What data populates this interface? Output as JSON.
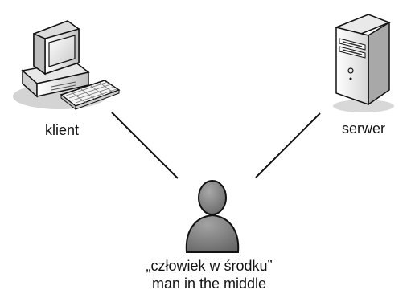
{
  "diagram": {
    "client": {
      "label": "klient",
      "icon": "desktop-computer-icon"
    },
    "server": {
      "label": "serwer",
      "icon": "tower-server-icon"
    },
    "attacker": {
      "label_line1": "„człowiek w środku”",
      "label_line2": "man in the middle",
      "icon": "person-silhouette-icon"
    },
    "connections": [
      {
        "from": "client",
        "to": "attacker"
      },
      {
        "from": "server",
        "to": "attacker"
      }
    ],
    "colors": {
      "line": "#111111",
      "person_fill": "#8a8a8a",
      "device_body": "#f2f2f2",
      "device_shadow": "#cfcfcf"
    }
  }
}
